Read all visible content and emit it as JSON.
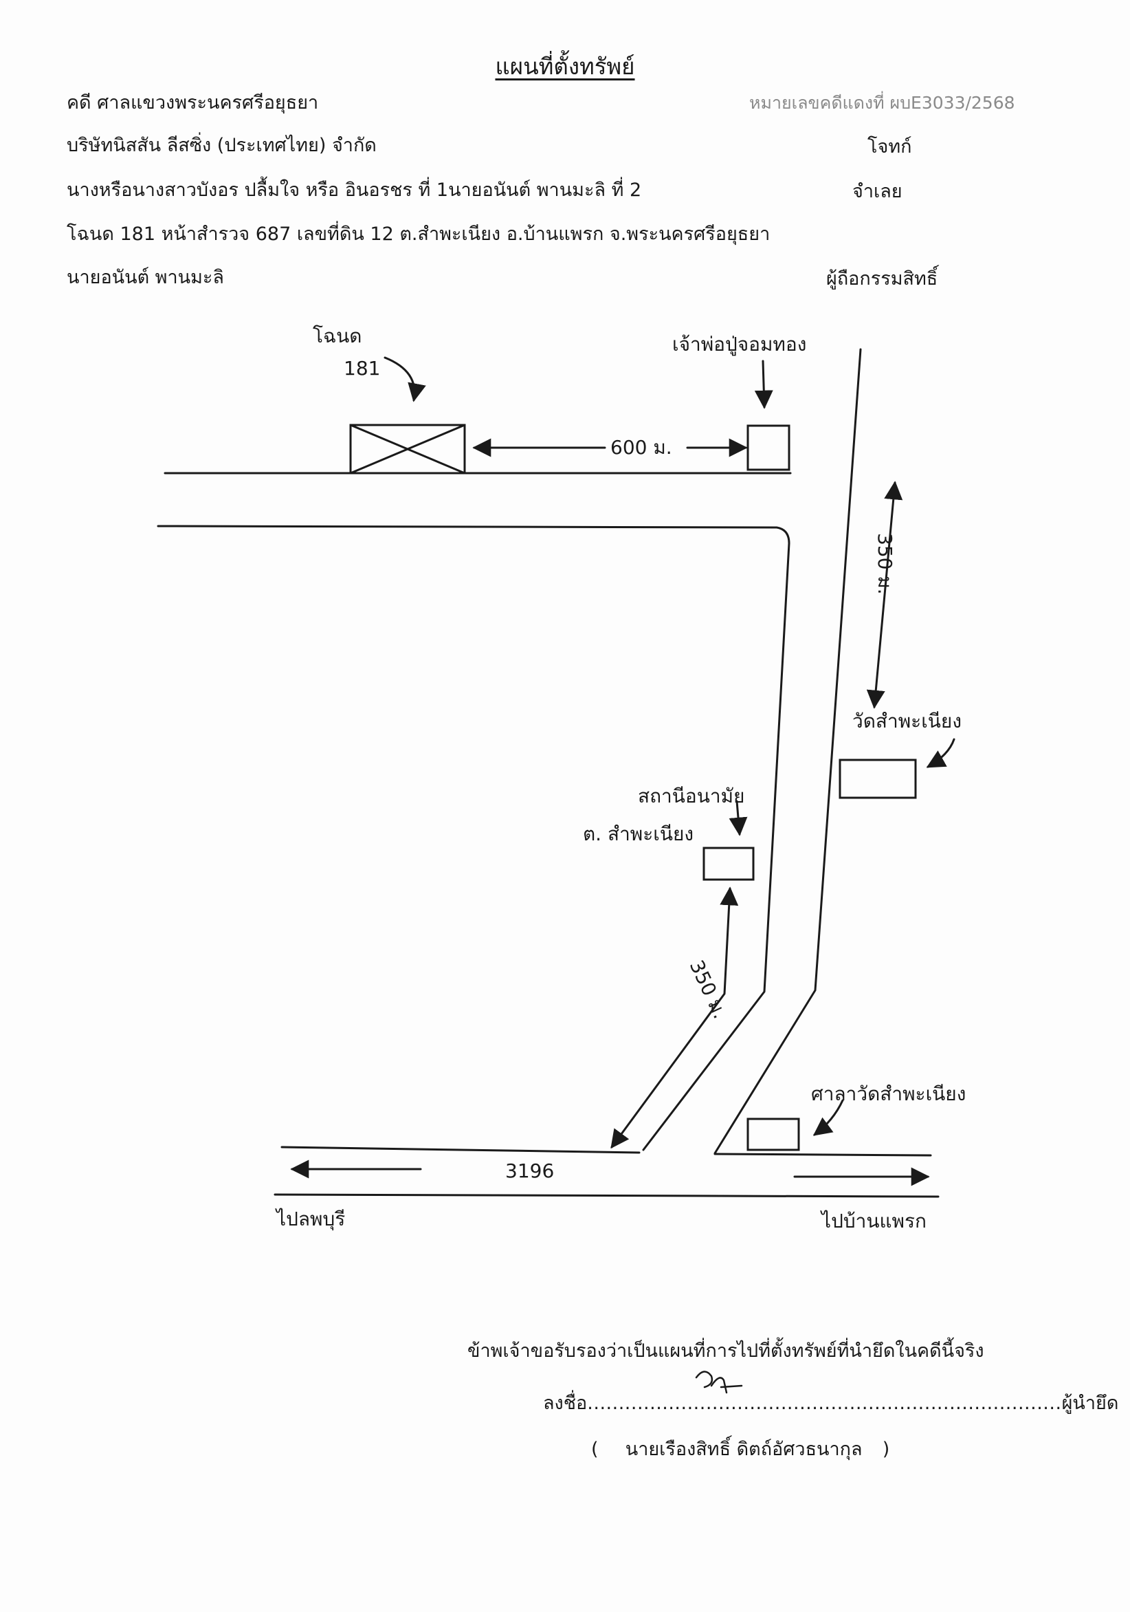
{
  "document": {
    "title": "แผนที่ตั้งทรัพย์",
    "court_line": "คดี ศาลแขวงพระนครศรีอยุธยา",
    "case_number": "หมายเลขคดีแดงที่ ผบE3033/2568",
    "plaintiff_name": "บริษัทนิสสัน  ลีสซิ่ง (ประเทศไทย) จำกัด",
    "plaintiff_role": "โจทก์",
    "defendant_name": "นางหรือนางสาวบังอร ปลื้มใจ หรือ อินอรชร ที่ 1นายอนันต์ พานมะลิ ที่ 2",
    "defendant_role": "จำเลย",
    "deed_line": "โฉนด 181 หน้าสำรวจ 687 เลขที่ดิน 12 ต.สำพะเนียง อ.บ้านแพรก จ.พระนครศรีอยุธยา",
    "owner_name": "นายอนันต์ พานมะลิ",
    "owner_role": "ผู้ถือกรรมสิทธิ์"
  },
  "map": {
    "deed_label": "โฉนด",
    "deed_number": "181",
    "shrine_label": "เจ้าพ่อปู่จอมทอง",
    "distance_shrine": "600 ม.",
    "distance_temple": "350 ม.",
    "temple_label": "วัดสำพะเนียง",
    "health_center_line1": "สถานีอนามัย",
    "health_center_line2": "ต. สำพะเนียง",
    "distance_health": "350 ม.",
    "pavilion_label": "ศาลาวัดสำพะเนียง",
    "road_number": "3196",
    "to_left": "ไปลพบุรี",
    "to_right": "ไปบ้านแพรก"
  },
  "certification": {
    "statement": "ข้าพเจ้าขอรับรองว่าเป็นแผนที่การไปที่ตั้งทรัพย์ที่นำยึดในคดีนี้จริง",
    "sign_prefix": "ลงชื่อ",
    "sign_dots": "............................................................................",
    "sign_suffix": "ผู้นำยึด",
    "signer_open": "(",
    "signer_name": "นายเรืองสิทธิ์ ดิตถ์อัศวธนากุล",
    "signer_close": ")"
  }
}
